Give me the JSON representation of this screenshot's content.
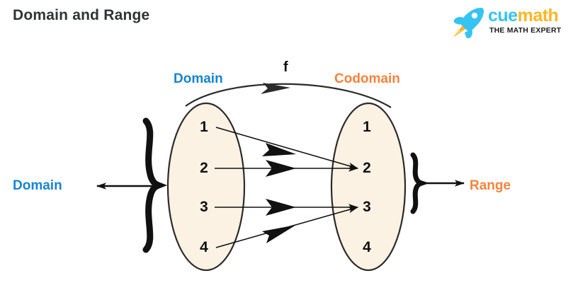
{
  "page": {
    "title": "Domain and Range",
    "background": "#ffffff"
  },
  "logo": {
    "rocket_icon": "rocket-icon",
    "word_part1": "cue",
    "word_part2": "math",
    "tagline": "THE MATH EXPERT",
    "colors": {
      "cue": "#35C3F2",
      "math": "#FBB724",
      "rocket_body": "#35C3F2",
      "rocket_flame": "#FBB724",
      "tagline": "#1a1a1a"
    }
  },
  "diagram": {
    "type": "mapping-diagram",
    "function_label": "f",
    "colors": {
      "domain_text": "#1684D0",
      "codomain_text": "#F7833D",
      "range_text": "#F7833D",
      "set_fill": "#FBF2E3",
      "set_stroke": "#2b2b2b",
      "arrow": "#111111"
    },
    "left_set": {
      "label": "Domain",
      "elements": [
        "1",
        "2",
        "3",
        "4"
      ]
    },
    "right_set": {
      "label": "Codomain",
      "elements": [
        "1",
        "2",
        "3",
        "4"
      ]
    },
    "mappings": [
      {
        "from": "1",
        "to": "2"
      },
      {
        "from": "2",
        "to": "2"
      },
      {
        "from": "3",
        "to": "3"
      },
      {
        "from": "4",
        "to": "3"
      }
    ],
    "left_annotation": {
      "brace": "right-curly-brace",
      "arrow": "left-arrow",
      "label": "Domain"
    },
    "right_annotation": {
      "brace": "right-curly-brace",
      "arrow": "right-arrow",
      "label": "Range"
    }
  }
}
